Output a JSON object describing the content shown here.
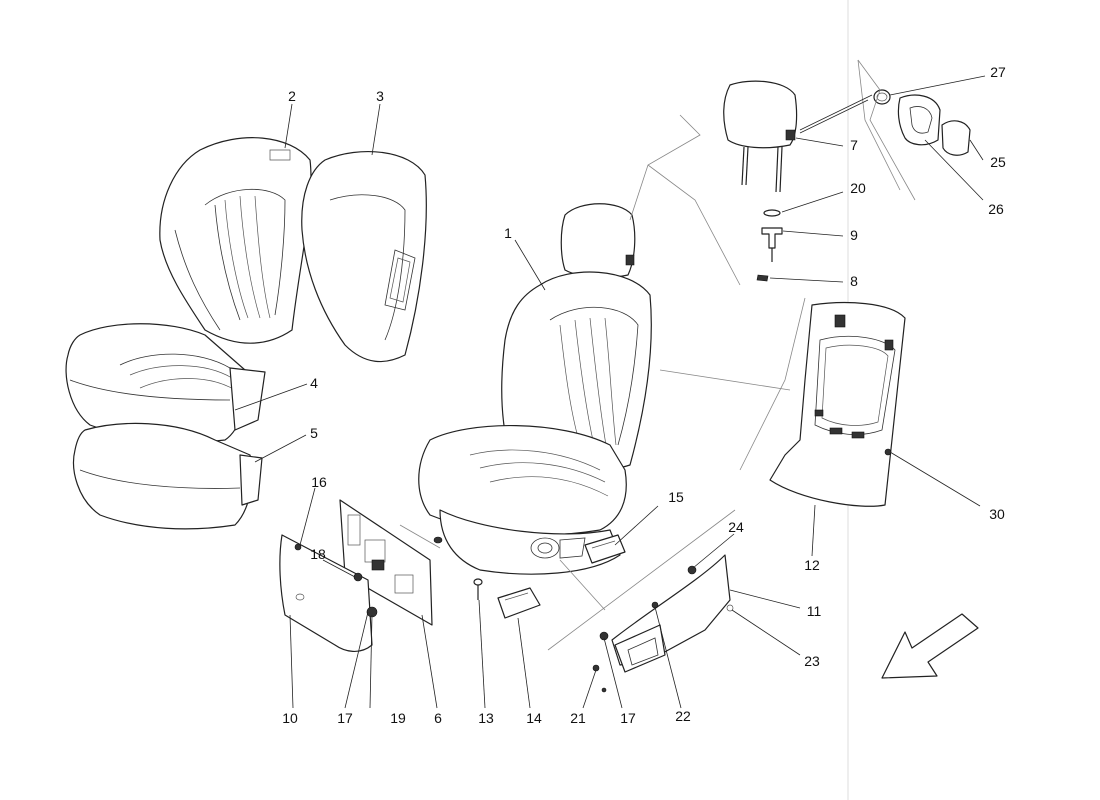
{
  "diagram": {
    "callouts": [
      {
        "id": "c1",
        "text": "1"
      },
      {
        "id": "c2",
        "text": "2"
      },
      {
        "id": "c3",
        "text": "3"
      },
      {
        "id": "c4",
        "text": "4"
      },
      {
        "id": "c5",
        "text": "5"
      },
      {
        "id": "c6",
        "text": "6"
      },
      {
        "id": "c7",
        "text": "7"
      },
      {
        "id": "c8",
        "text": "8"
      },
      {
        "id": "c9",
        "text": "9"
      },
      {
        "id": "c10",
        "text": "10"
      },
      {
        "id": "c11",
        "text": "11"
      },
      {
        "id": "c12",
        "text": "12"
      },
      {
        "id": "c13",
        "text": "13"
      },
      {
        "id": "c14",
        "text": "14"
      },
      {
        "id": "c15",
        "text": "15"
      },
      {
        "id": "c16",
        "text": "16"
      },
      {
        "id": "c17a",
        "text": "17"
      },
      {
        "id": "c17b",
        "text": "17"
      },
      {
        "id": "c18",
        "text": "18"
      },
      {
        "id": "c19",
        "text": "19"
      },
      {
        "id": "c20",
        "text": "20"
      },
      {
        "id": "c21",
        "text": "21"
      },
      {
        "id": "c22",
        "text": "22"
      },
      {
        "id": "c23",
        "text": "23"
      },
      {
        "id": "c24",
        "text": "24"
      },
      {
        "id": "c25",
        "text": "25"
      },
      {
        "id": "c26",
        "text": "26"
      },
      {
        "id": "c27",
        "text": "27"
      },
      {
        "id": "c30",
        "text": "30"
      }
    ]
  }
}
